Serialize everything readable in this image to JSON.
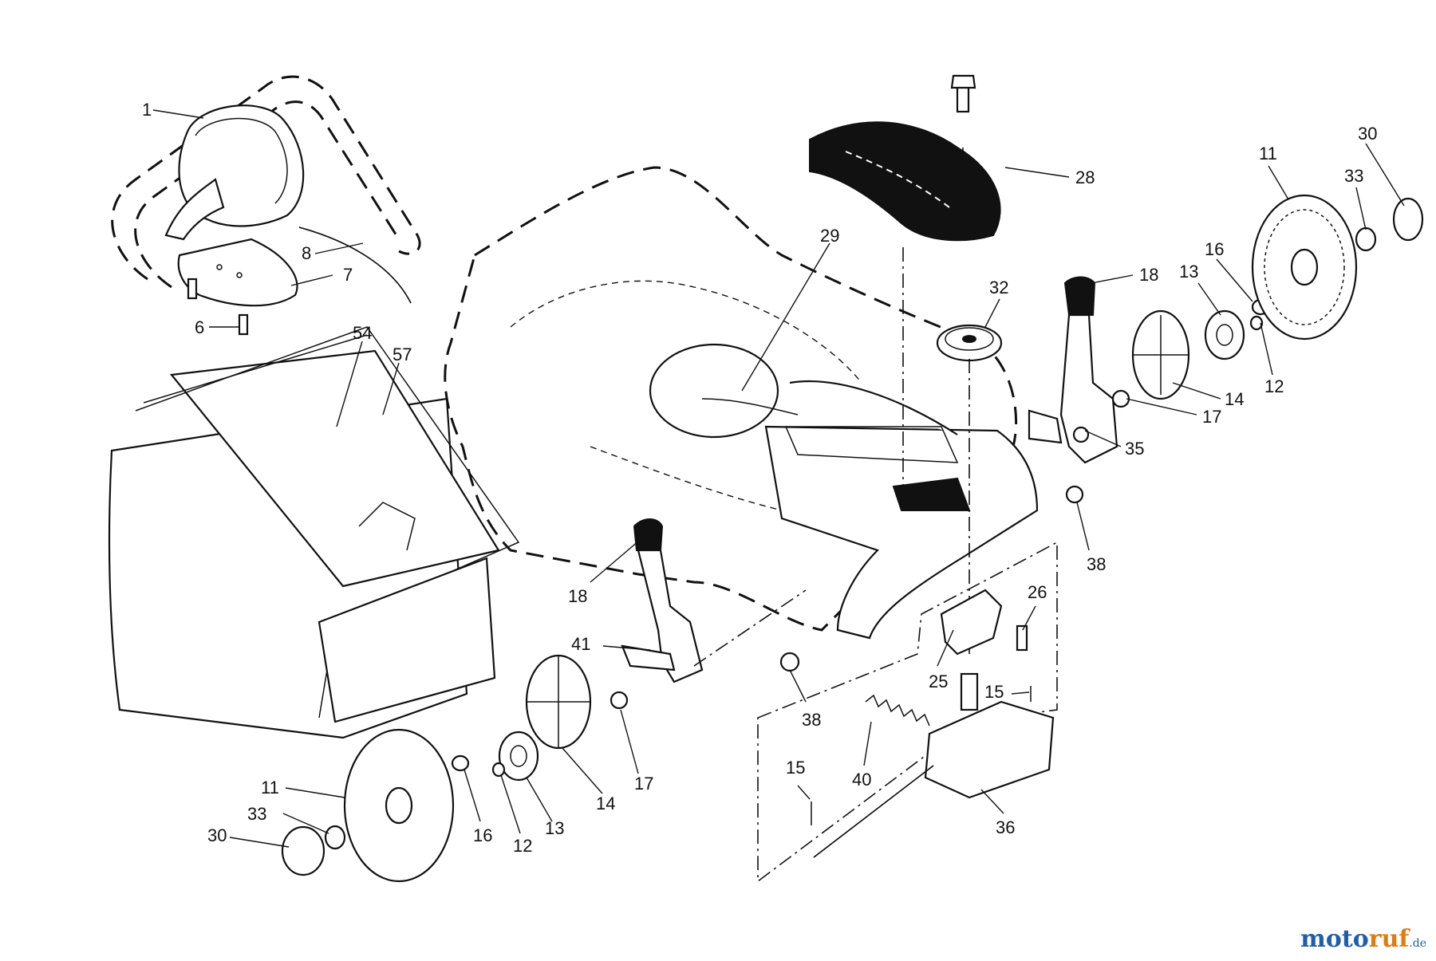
{
  "callouts": {
    "c1": "1",
    "c8": "8",
    "c7": "7",
    "c6": "6",
    "c54": "54",
    "c57": "57",
    "c29": "29",
    "c28": "28",
    "c32": "32",
    "c18a": "18",
    "c18b": "18",
    "c30a": "30",
    "c33a": "33",
    "c11a": "11",
    "c16a": "16",
    "c13a": "13",
    "c12a": "12",
    "c14a": "14",
    "c17a": "17",
    "c35": "35",
    "c38a": "38",
    "c26": "26",
    "c25": "25",
    "c15a": "15",
    "c41": "41",
    "c38b": "38",
    "c40": "40",
    "c15b": "15",
    "c36": "36",
    "c11b": "11",
    "c33b": "33",
    "c30b": "30",
    "c16b": "16",
    "c12b": "12",
    "c13b": "13",
    "c14b": "14",
    "c17b": "17"
  },
  "watermark": {
    "brand_a": "moto",
    "brand_b": "ruf",
    "suffix": ".de"
  }
}
